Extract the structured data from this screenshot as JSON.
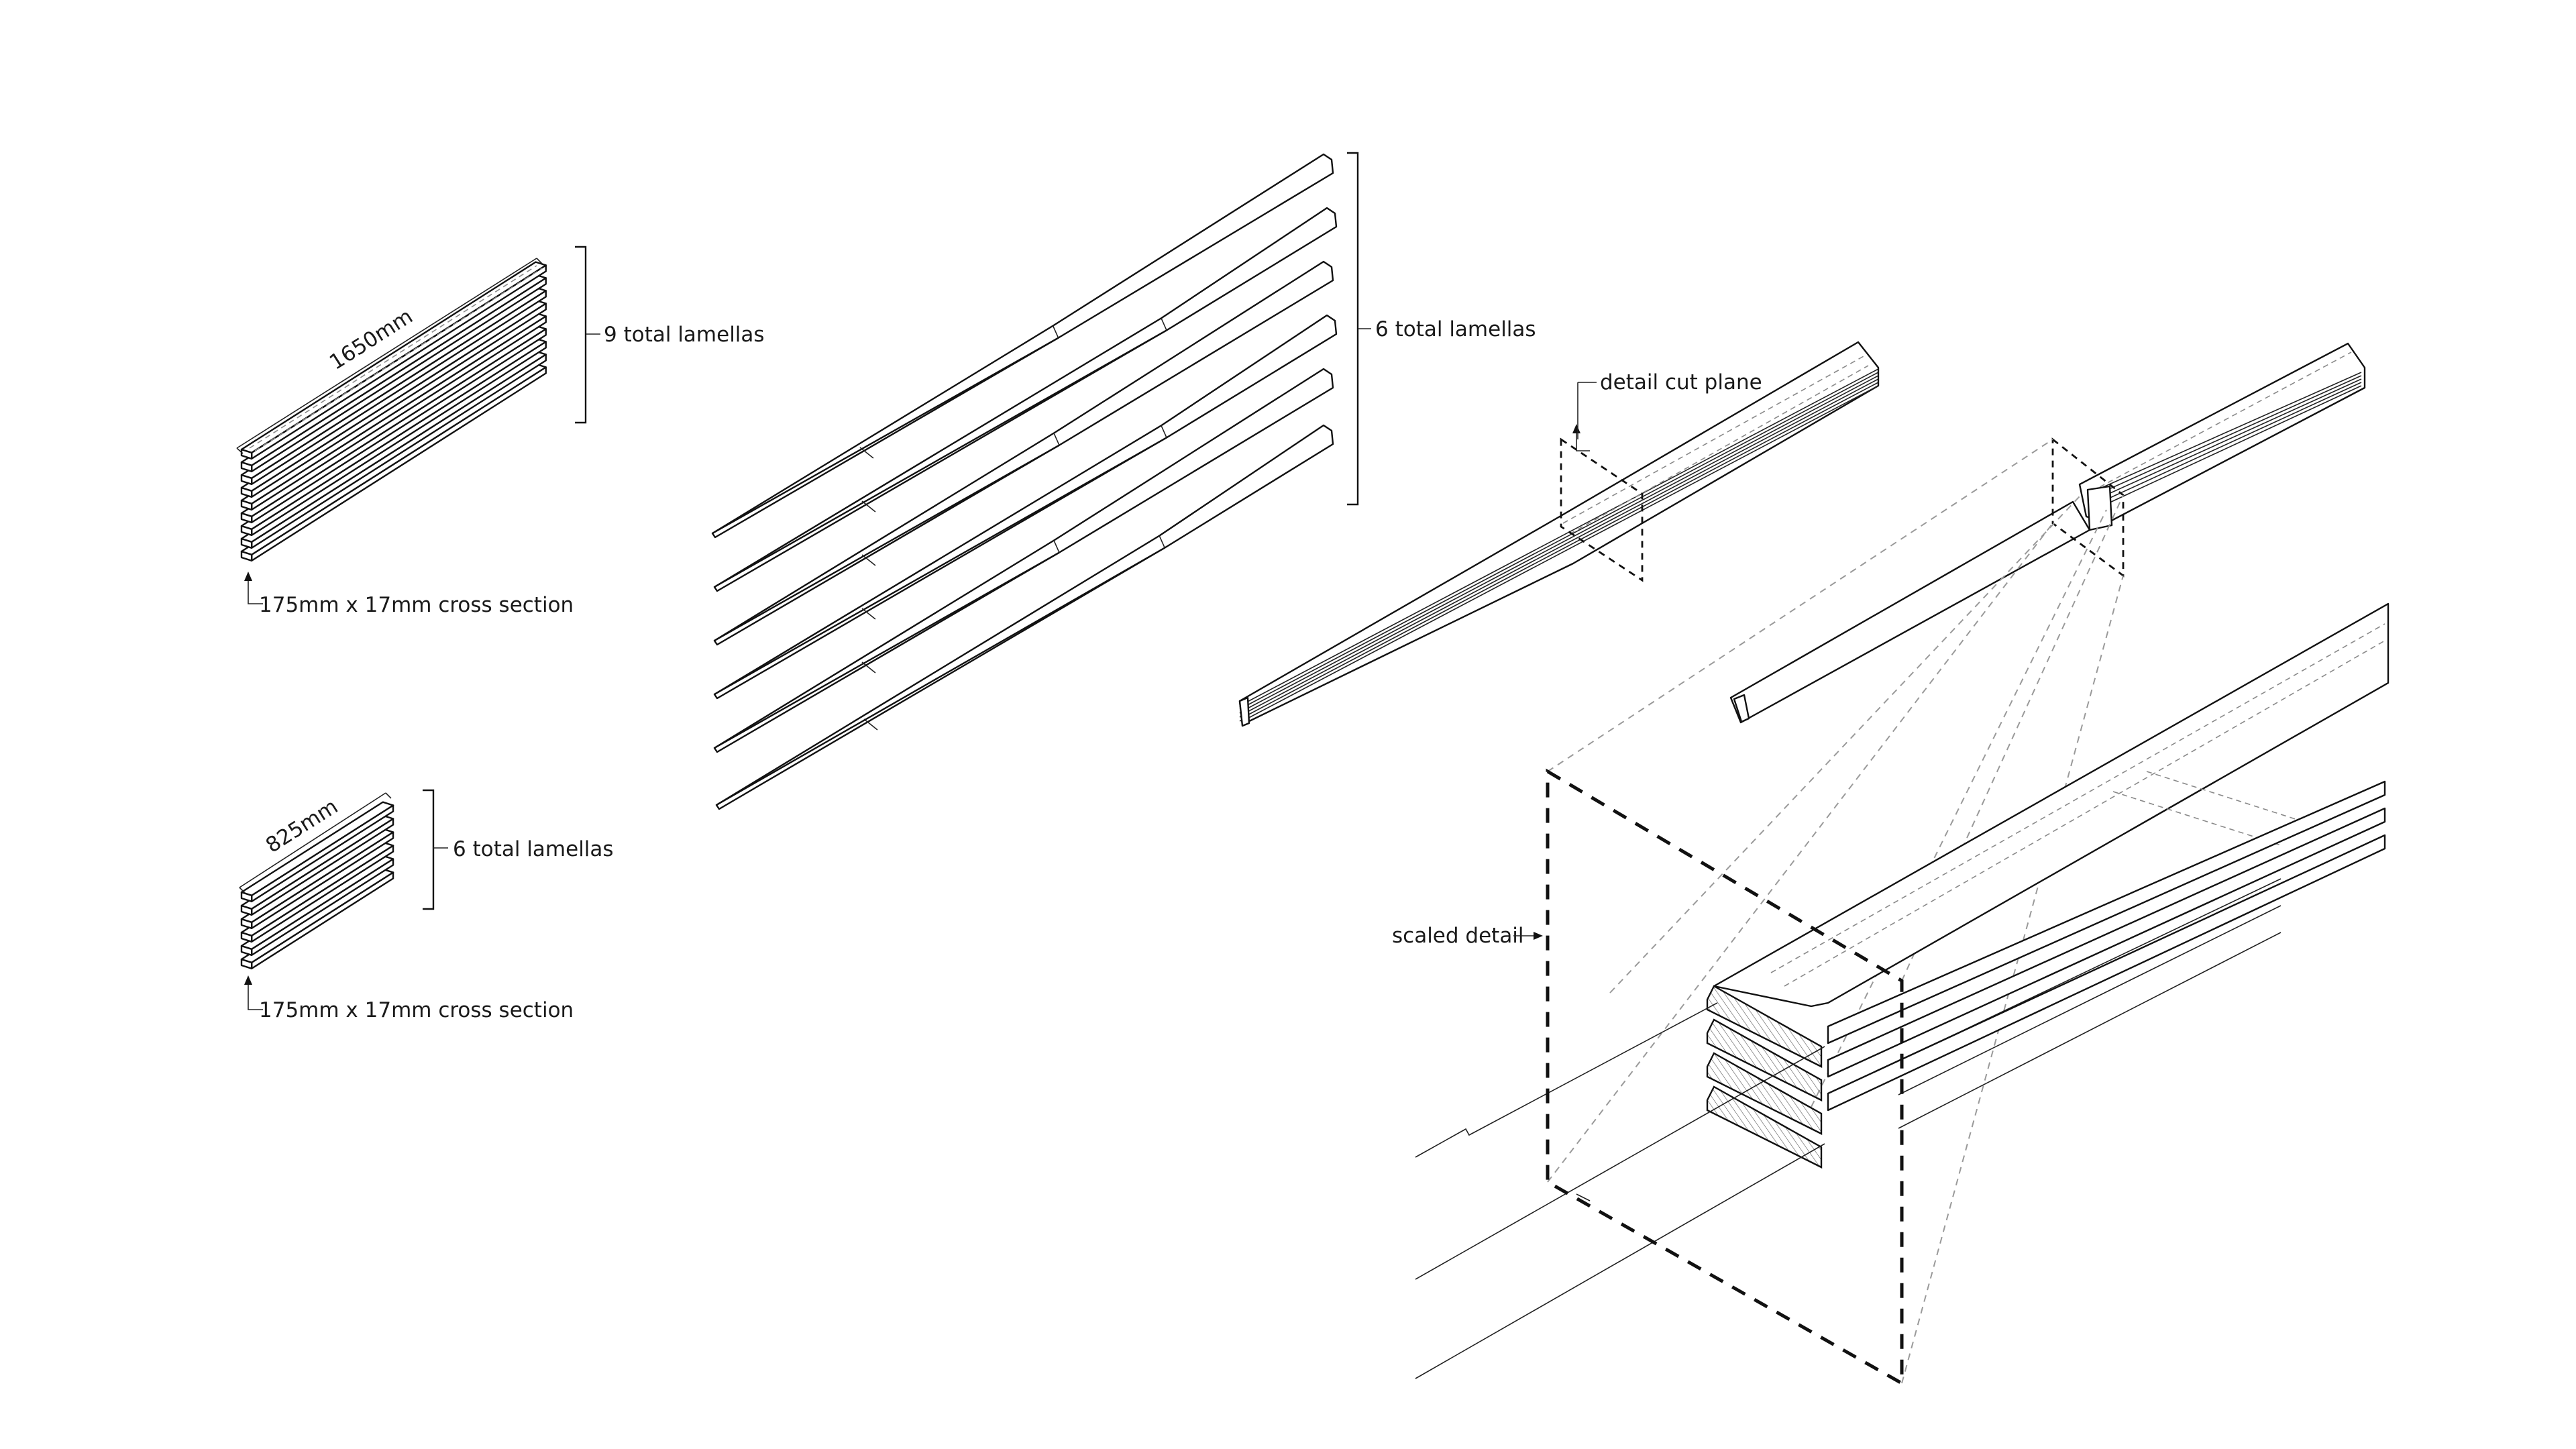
{
  "labels": {
    "length_long": "1650mm",
    "count_long": "9 total lamellas",
    "cross_section_long": "175mm x 17mm cross section",
    "length_short": "825mm",
    "count_short": "6 total lamellas",
    "cross_section_short": "175mm x 17mm cross section",
    "count_tapered": "6 total lamellas",
    "detail_cut_plane": "detail cut plane",
    "scaled_detail": "scaled detail"
  }
}
